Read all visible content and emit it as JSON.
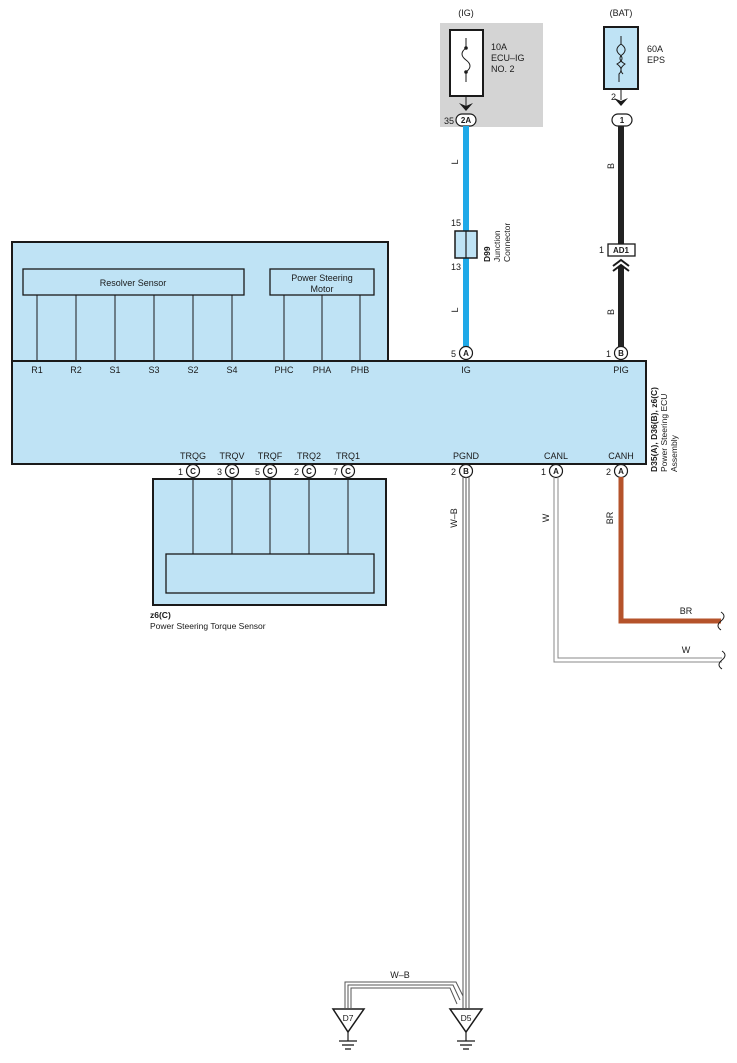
{
  "fuses": {
    "ig": {
      "source": "(IG)",
      "rating": "10A",
      "name_line1": "ECU–IG",
      "name_line2": "NO. 2",
      "pin_out": "35",
      "connector": "2A"
    },
    "bat": {
      "source": "(BAT)",
      "rating": "60A",
      "name": "EPS",
      "pin_out": "2",
      "connector": "1"
    }
  },
  "junction": {
    "id": "D99",
    "line1": "Junction",
    "line2": "Connector",
    "pin_top": "15",
    "pin_bottom": "13"
  },
  "ad1": {
    "pin": "1",
    "label": "AD1"
  },
  "wires": {
    "ig_upper": "L",
    "ig_lower": "L",
    "bat_upper": "B",
    "bat_lower": "B",
    "pgnd": "W–B",
    "canl": "W",
    "canh": "BR",
    "out_br": "BR",
    "out_w": "W",
    "ground_link": "W–B"
  },
  "ecu": {
    "title_ids": "D35(A), D36(B), z6(C)",
    "title_line1": "Power Steering ECU",
    "title_line2": "Assembly",
    "resolver_sensor": "Resolver Sensor",
    "motor_line1": "Power Steering",
    "motor_line2": "Motor",
    "top_pins": [
      {
        "label": "R1"
      },
      {
        "label": "R2"
      },
      {
        "label": "S1"
      },
      {
        "label": "S3"
      },
      {
        "label": "S2"
      },
      {
        "label": "S4"
      },
      {
        "label": "PHC"
      },
      {
        "label": "PHA"
      },
      {
        "label": "PHB"
      },
      {
        "label": "IG",
        "num": "5",
        "conn": "A"
      },
      {
        "label": "PIG",
        "num": "1",
        "conn": "B"
      }
    ],
    "bottom_pins": [
      {
        "label": "TRQG",
        "num": "1",
        "conn": "C"
      },
      {
        "label": "TRQV",
        "num": "3",
        "conn": "C"
      },
      {
        "label": "TRQF",
        "num": "5",
        "conn": "C"
      },
      {
        "label": "TRQ2",
        "num": "2",
        "conn": "C"
      },
      {
        "label": "TRQ1",
        "num": "7",
        "conn": "C"
      },
      {
        "label": "PGND",
        "num": "2",
        "conn": "B"
      },
      {
        "label": "CANL",
        "num": "1",
        "conn": "A"
      },
      {
        "label": "CANH",
        "num": "2",
        "conn": "A"
      }
    ]
  },
  "torque_sensor": {
    "id": "z6(C)",
    "name": "Power Steering Torque Sensor"
  },
  "grounds": {
    "left": "D7",
    "right": "D5"
  },
  "colors": {
    "l_wire": "#1fa9e8",
    "b_wire": "#222222",
    "br_wire": "#b5532b",
    "box_fill": "#bfe3f5",
    "fuse_area": "#d4d4d4"
  }
}
